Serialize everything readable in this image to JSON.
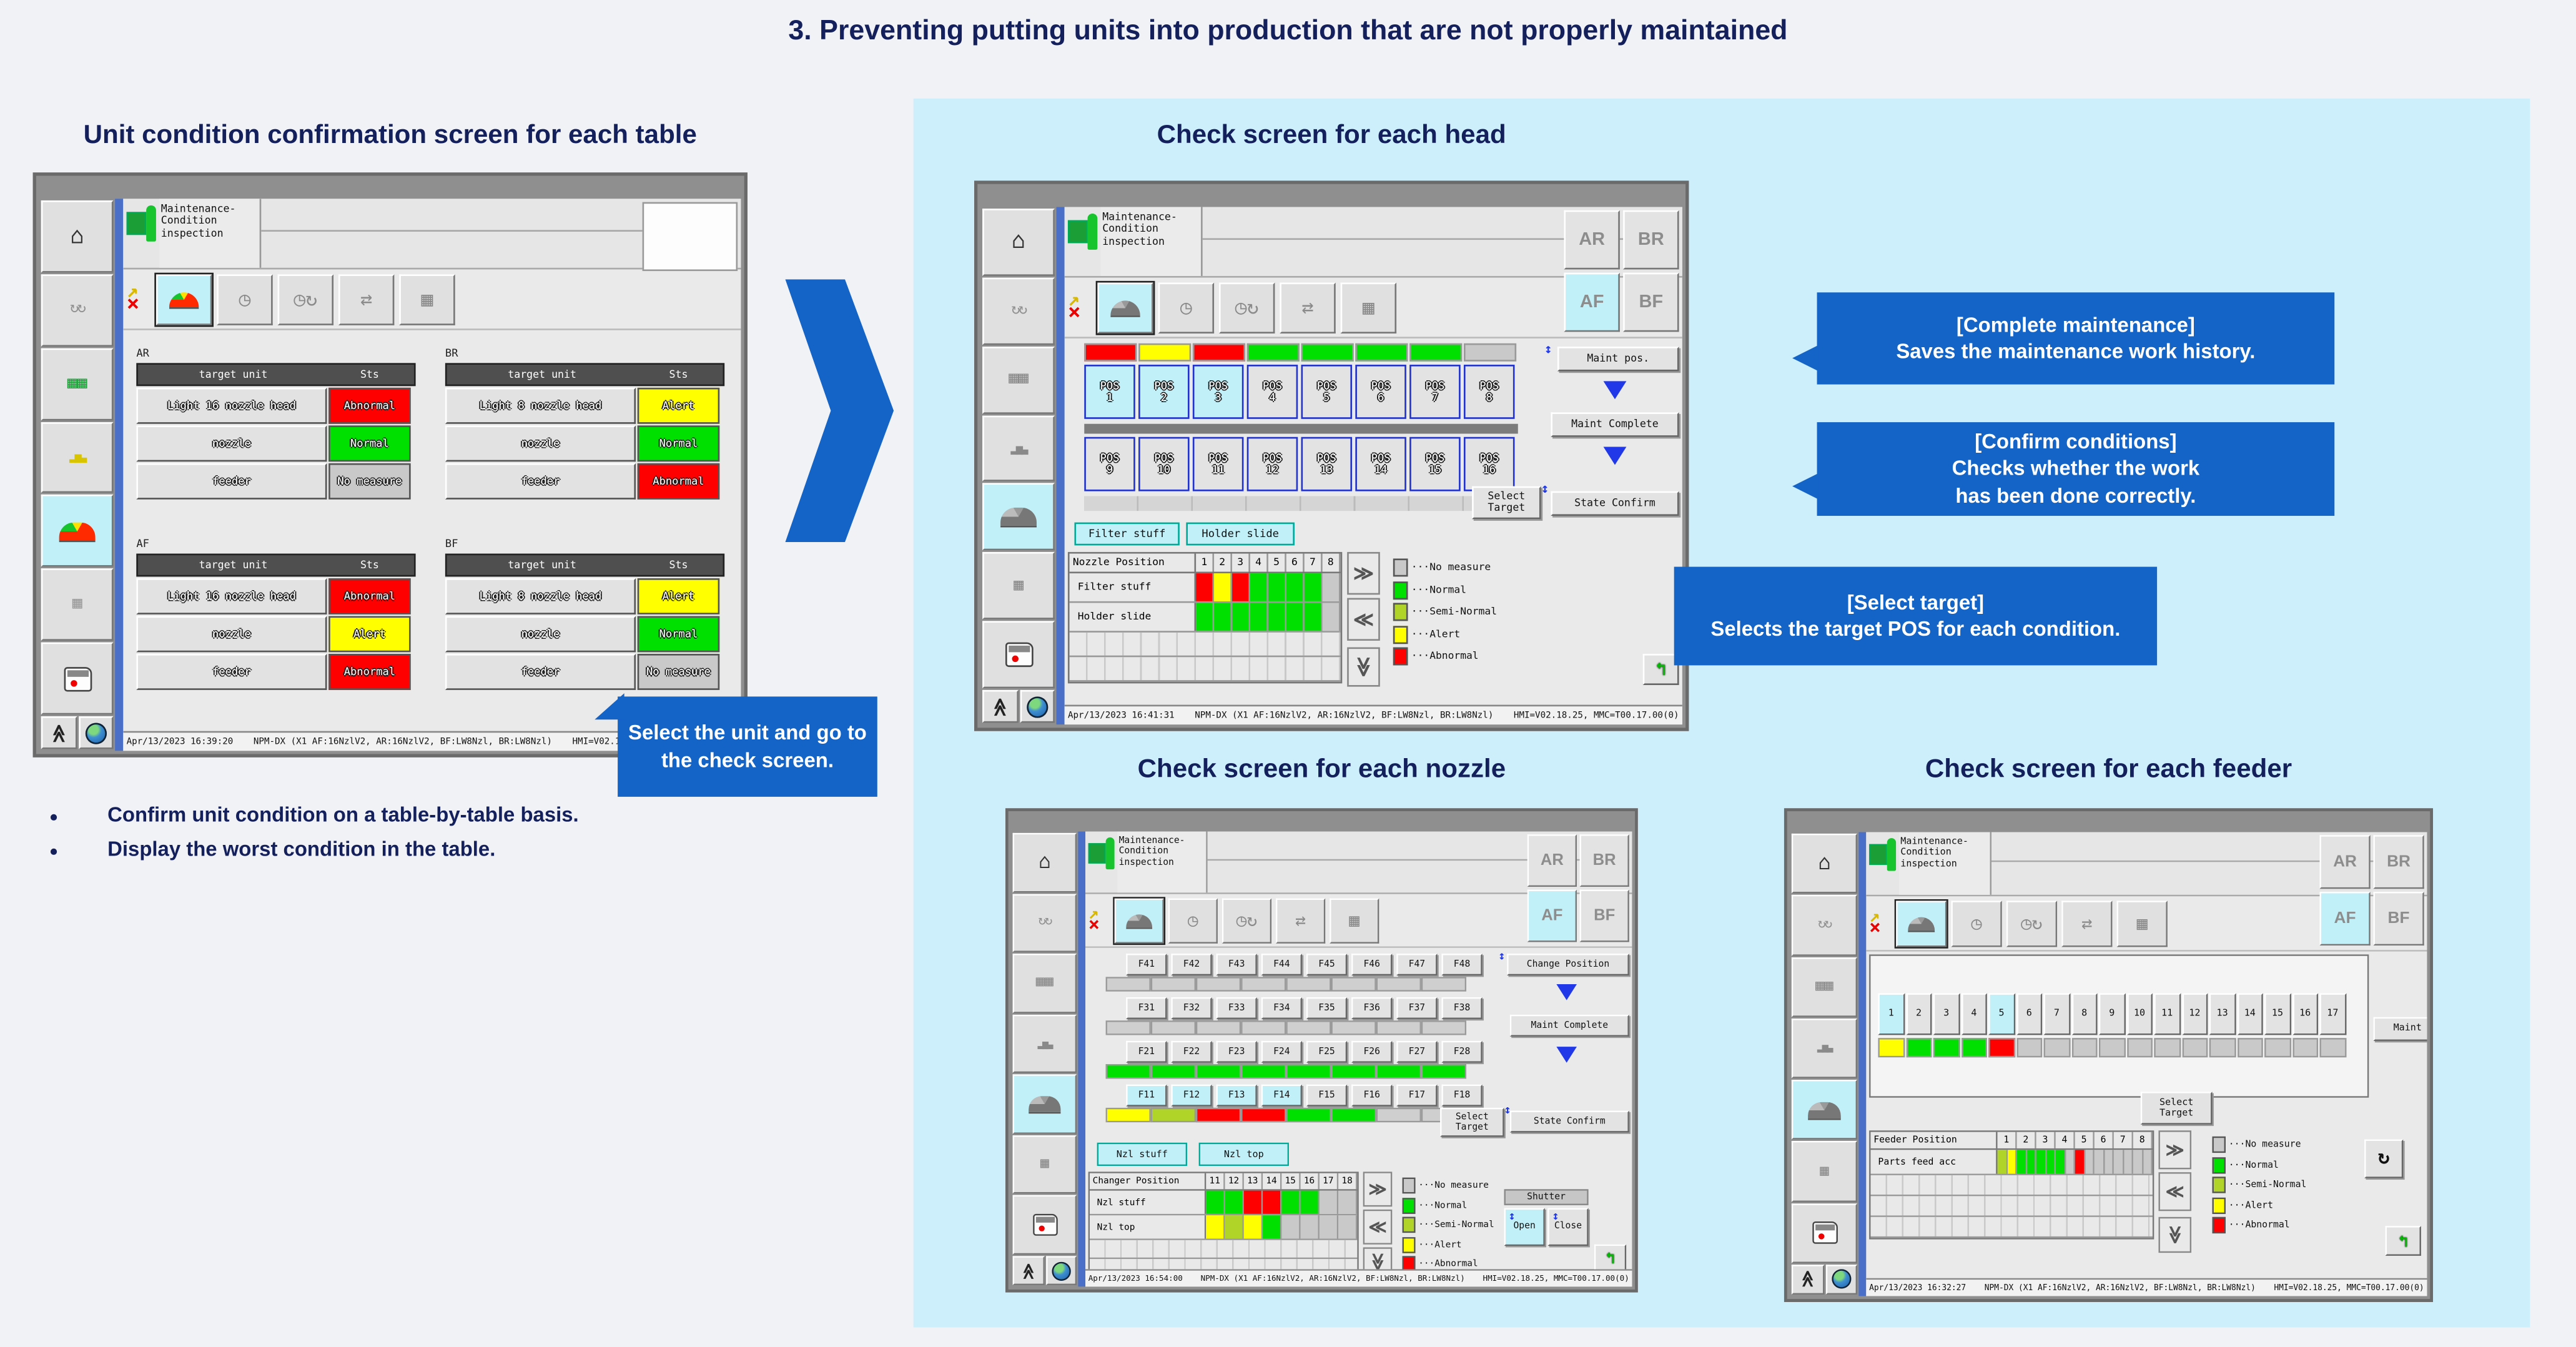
{
  "page": {
    "title": "3. Preventing putting units into production that are not properly maintained",
    "colors": {
      "navy": "#13205c",
      "callout_blue": "#1463c7",
      "panel_blue": "#cdeffc",
      "abnormal": "#ff0000",
      "alert": "#ffff00",
      "normal": "#00e000",
      "semi_normal": "#b0d428",
      "no_measure": "#c9c9c9",
      "active_cyan": "#c2f0f8"
    }
  },
  "bullets": [
    "Confirm unit condition on a table-by-table basis.",
    "Display the worst condition in the table."
  ],
  "callouts": {
    "select_unit": "Select the unit and go to the check screen.",
    "complete_maintenance": {
      "title": "[Complete maintenance]",
      "body": "Saves the maintenance work history."
    },
    "confirm_conditions": {
      "title": "[Confirm conditions]",
      "body": "Checks whether the work\nhas been done correctly."
    },
    "select_target": {
      "title": "[Select target]",
      "body": "Selects the target POS for each condition."
    }
  },
  "machine": {
    "menu_label": "Maintenance-\nCondition\ninspection",
    "pos_label": "POS",
    "tabs": [
      {
        "label": "AR",
        "bg": "#e3e3e3"
      },
      {
        "label": "BR",
        "bg": "#e3e3e3"
      },
      {
        "label": "AF",
        "bg": "#c2f0f8"
      },
      {
        "label": "BF",
        "bg": "#e3e3e3"
      }
    ],
    "legend": [
      {
        "label": "No measure",
        "color": "#c9c9c9"
      },
      {
        "label": "Normal",
        "color": "#00e000"
      },
      {
        "label": "Semi-Normal",
        "color": "#b0d428"
      },
      {
        "label": "Alert",
        "color": "#ffff00"
      },
      {
        "label": "Abnormal",
        "color": "#ff0000"
      }
    ],
    "buttons": {
      "maint_pos": "Maint pos.",
      "maint_complete": "Maint Complete",
      "state_confirm": "State Confirm",
      "select_target": "Select\nTarget",
      "change_position": "Change Position",
      "shutter": "Shutter",
      "open": "Open",
      "close": "Close"
    },
    "status_machine": "NPM-DX (X1 AF:16NzlV2, AR:16NzlV2, BF:LW8Nzl, BR:LW8Nzl)",
    "status_version": "HMI=V02.18.25, MMC=T00.17.00(0)"
  },
  "table_screen": {
    "heading": "Unit condition confirmation screen for each table",
    "col_unit": "target unit",
    "col_sts": "Sts",
    "tables": [
      {
        "name": "AR",
        "rows": [
          {
            "unit": "Light 16 nozzle head",
            "sts": "Abnormal",
            "color": "#ff0000"
          },
          {
            "unit": "nozzle",
            "sts": "Normal",
            "color": "#00e000"
          },
          {
            "unit": "feeder",
            "sts": "No measure",
            "color": "#c9c9c9"
          }
        ]
      },
      {
        "name": "BR",
        "rows": [
          {
            "unit": "Light 8 nozzle head",
            "sts": "Alert",
            "color": "#ffff00"
          },
          {
            "unit": "nozzle",
            "sts": "Normal",
            "color": "#00e000"
          },
          {
            "unit": "feeder",
            "sts": "Abnormal",
            "color": "#ff0000"
          }
        ]
      },
      {
        "name": "AF",
        "rows": [
          {
            "unit": "Light 16 nozzle head",
            "sts": "Abnormal",
            "color": "#ff0000"
          },
          {
            "unit": "nozzle",
            "sts": "Alert",
            "color": "#ffff00"
          },
          {
            "unit": "feeder",
            "sts": "Abnormal",
            "color": "#ff0000"
          }
        ]
      },
      {
        "name": "BF",
        "rows": [
          {
            "unit": "Light 8 nozzle head",
            "sts": "Alert",
            "color": "#ffff00"
          },
          {
            "unit": "nozzle",
            "sts": "Normal",
            "color": "#00e000"
          },
          {
            "unit": "feeder",
            "sts": "No measure",
            "color": "#c9c9c9"
          }
        ]
      }
    ],
    "datetime": "Apr/13/2023 16:39:20"
  },
  "head_screen": {
    "heading": "Check screen for each head",
    "strip": [
      "#ff0000",
      "#ffff00",
      "#ff0000",
      "#00e000",
      "#00e000",
      "#00e000",
      "#00e000",
      "#c9c9c9"
    ],
    "pos_row1": [
      {
        "num": "1",
        "bg": "#c2f0f8"
      },
      {
        "num": "2",
        "bg": "#c2f0f8"
      },
      {
        "num": "3",
        "bg": "#c2f0f8"
      },
      {
        "num": "4",
        "bg": "#e3e3e3"
      },
      {
        "num": "5",
        "bg": "#e3e3e3"
      },
      {
        "num": "6",
        "bg": "#e3e3e3"
      },
      {
        "num": "7",
        "bg": "#e3e3e3"
      },
      {
        "num": "8",
        "bg": "#e3e3e3"
      }
    ],
    "pos_row2": [
      {
        "num": "9",
        "bg": "#e3e3e3"
      },
      {
        "num": "10",
        "bg": "#e3e3e3"
      },
      {
        "num": "11",
        "bg": "#e3e3e3"
      },
      {
        "num": "12",
        "bg": "#e3e3e3"
      },
      {
        "num": "13",
        "bg": "#e3e3e3"
      },
      {
        "num": "14",
        "bg": "#e3e3e3"
      },
      {
        "num": "15",
        "bg": "#e3e3e3"
      },
      {
        "num": "16",
        "bg": "#e3e3e3"
      }
    ],
    "tools": [
      "Filter stuff",
      "Holder slide"
    ],
    "grid": {
      "title": "Nozzle Position",
      "cols": [
        "1",
        "2",
        "3",
        "4",
        "5",
        "6",
        "7",
        "8"
      ],
      "rows": [
        {
          "label": "Filter stuff",
          "cells": [
            "#ff0000",
            "#ffff00",
            "#ff0000",
            "#00e000",
            "#00e000",
            "#00e000",
            "#00e000",
            "#c9c9c9"
          ]
        },
        {
          "label": "Holder slide",
          "cells": [
            "#00e000",
            "#00e000",
            "#00e000",
            "#00e000",
            "#00e000",
            "#00e000",
            "#00e000",
            "#c9c9c9"
          ]
        }
      ]
    },
    "datetime": "Apr/13/2023 16:41:31"
  },
  "nozzle_screen": {
    "heading": "Check screen for each nozzle",
    "bank_rows": [
      {
        "btns": [
          {
            "label": "F41",
            "bg": "#e3e3e3"
          },
          {
            "label": "F42",
            "bg": "#e3e3e3"
          },
          {
            "label": "F43",
            "bg": "#e3e3e3"
          },
          {
            "label": "F44",
            "bg": "#e3e3e3"
          },
          {
            "label": "F45",
            "bg": "#e3e3e3"
          },
          {
            "label": "F46",
            "bg": "#e3e3e3"
          },
          {
            "label": "F47",
            "bg": "#e3e3e3"
          },
          {
            "label": "F48",
            "bg": "#e3e3e3"
          }
        ],
        "strip": [
          "#cfcfcf",
          "#cfcfcf",
          "#cfcfcf",
          "#cfcfcf",
          "#cfcfcf",
          "#cfcfcf",
          "#cfcfcf",
          "#cfcfcf"
        ]
      },
      {
        "btns": [
          {
            "label": "F31",
            "bg": "#e3e3e3"
          },
          {
            "label": "F32",
            "bg": "#e3e3e3"
          },
          {
            "label": "F33",
            "bg": "#e3e3e3"
          },
          {
            "label": "F34",
            "bg": "#e3e3e3"
          },
          {
            "label": "F35",
            "bg": "#e3e3e3"
          },
          {
            "label": "F36",
            "bg": "#e3e3e3"
          },
          {
            "label": "F37",
            "bg": "#e3e3e3"
          },
          {
            "label": "F38",
            "bg": "#e3e3e3"
          }
        ],
        "strip": [
          "#cfcfcf",
          "#cfcfcf",
          "#cfcfcf",
          "#cfcfcf",
          "#cfcfcf",
          "#cfcfcf",
          "#cfcfcf",
          "#cfcfcf"
        ]
      },
      {
        "btns": [
          {
            "label": "F21",
            "bg": "#e3e3e3"
          },
          {
            "label": "F22",
            "bg": "#e3e3e3"
          },
          {
            "label": "F23",
            "bg": "#e3e3e3"
          },
          {
            "label": "F24",
            "bg": "#e3e3e3"
          },
          {
            "label": "F25",
            "bg": "#e3e3e3"
          },
          {
            "label": "F26",
            "bg": "#e3e3e3"
          },
          {
            "label": "F27",
            "bg": "#e3e3e3"
          },
          {
            "label": "F28",
            "bg": "#e3e3e3"
          }
        ],
        "strip": [
          "#00e000",
          "#00e000",
          "#00e000",
          "#00e000",
          "#00e000",
          "#00e000",
          "#00e000",
          "#00e000"
        ]
      },
      {
        "btns": [
          {
            "label": "F11",
            "bg": "#c2f0f8"
          },
          {
            "label": "F12",
            "bg": "#c2f0f8"
          },
          {
            "label": "F13",
            "bg": "#c2f0f8"
          },
          {
            "label": "F14",
            "bg": "#c2f0f8"
          },
          {
            "label": "F15",
            "bg": "#e3e3e3"
          },
          {
            "label": "F16",
            "bg": "#e3e3e3"
          },
          {
            "label": "F17",
            "bg": "#e3e3e3"
          },
          {
            "label": "F18",
            "bg": "#e3e3e3"
          }
        ],
        "strip": [
          "#ffff00",
          "#b0d428",
          "#ff0000",
          "#ff0000",
          "#00e000",
          "#00e000",
          "#cfcfcf",
          "#cfcfcf"
        ]
      }
    ],
    "tools": [
      "Nzl stuff",
      "Nzl top"
    ],
    "grid": {
      "title": "Changer Position",
      "cols": [
        "11",
        "12",
        "13",
        "14",
        "15",
        "16",
        "17",
        "18"
      ],
      "rows": [
        {
          "label": "Nzl stuff",
          "cells": [
            "#00e000",
            "#00e000",
            "#ff0000",
            "#ff0000",
            "#00e000",
            "#00e000",
            "#c9c9c9",
            "#c9c9c9"
          ]
        },
        {
          "label": "Nzl top",
          "cells": [
            "#ffff00",
            "#b0d428",
            "#ffff00",
            "#00e000",
            "#c9c9c9",
            "#c9c9c9",
            "#c9c9c9",
            "#c9c9c9"
          ]
        }
      ]
    },
    "datetime": "Apr/13/2023 16:54:00"
  },
  "feeder_screen": {
    "heading": "Check screen for each feeder",
    "numbers": [
      {
        "num": "1",
        "bg": "#c2f0f8"
      },
      {
        "num": "2",
        "bg": "#e3e3e3"
      },
      {
        "num": "3",
        "bg": "#e3e3e3"
      },
      {
        "num": "4",
        "bg": "#e3e3e3"
      },
      {
        "num": "5",
        "bg": "#c2f0f8"
      },
      {
        "num": "6",
        "bg": "#e3e3e3"
      },
      {
        "num": "7",
        "bg": "#e3e3e3"
      },
      {
        "num": "8",
        "bg": "#e3e3e3"
      },
      {
        "num": "9",
        "bg": "#e3e3e3"
      },
      {
        "num": "10",
        "bg": "#e3e3e3"
      },
      {
        "num": "11",
        "bg": "#e3e3e3"
      },
      {
        "num": "12",
        "bg": "#e3e3e3"
      },
      {
        "num": "13",
        "bg": "#e3e3e3"
      },
      {
        "num": "14",
        "bg": "#e3e3e3"
      },
      {
        "num": "15",
        "bg": "#e3e3e3"
      },
      {
        "num": "16",
        "bg": "#e3e3e3"
      },
      {
        "num": "17",
        "bg": "#e3e3e3"
      }
    ],
    "strip": [
      "#ffff00",
      "#00e000",
      "#00e000",
      "#00e000",
      "#ff0000",
      "#c9c9c9",
      "#c9c9c9",
      "#c9c9c9",
      "#c9c9c9",
      "#c9c9c9",
      "#c9c9c9",
      "#c9c9c9",
      "#c9c9c9",
      "#c9c9c9",
      "#c9c9c9",
      "#c9c9c9",
      "#c9c9c9"
    ],
    "grid": {
      "title": "Feeder Position",
      "cols": [
        "1",
        "2",
        "3",
        "4",
        "5",
        "6",
        "7",
        "8"
      ],
      "row_label": "Parts feed acc",
      "cells": [
        "#b0d428",
        "#ffff00",
        "#00e000",
        "#00e000",
        "#00e000",
        "#00e000",
        "#00e000",
        "#c9c9c9",
        "#ff0000",
        "#c9c9c9",
        "#c9c9c9",
        "#c9c9c9",
        "#c9c9c9",
        "#c9c9c9",
        "#c9c9c9",
        "#c9c9c9"
      ]
    },
    "datetime": "Apr/13/2023 16:32:27"
  }
}
